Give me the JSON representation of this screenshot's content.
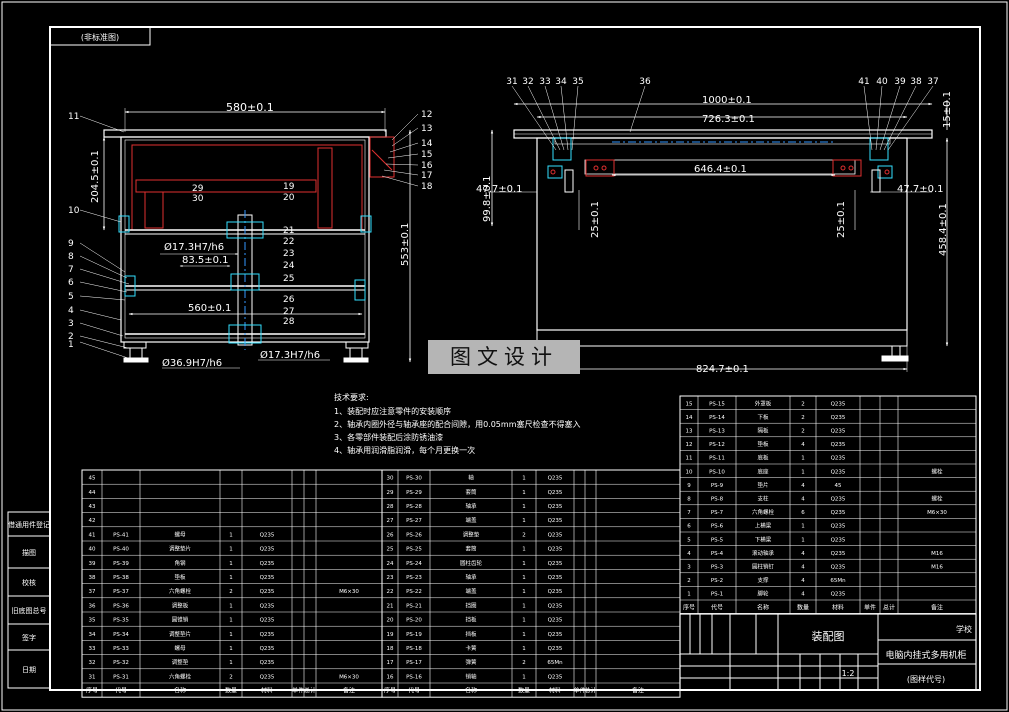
{
  "sheet": {
    "stamp_label": "(非标准图)",
    "side_titles": [
      "借通用件登记",
      "描图",
      "校核",
      "旧底图总号",
      "签字",
      "日期"
    ],
    "watermark": "图文设计"
  },
  "front_view": {
    "dim_width": "580±0.1",
    "dim_height_total": "553±0.1",
    "dim_upper": "204.5±0.1",
    "dim_shaft1": "Ø17.3H7/h6",
    "dim_gap": "83.5±0.1",
    "dim_inner": "560±0.1",
    "dim_shaft2": "Ø36.9H7/h6",
    "dim_shaft3": "Ø17.3H7/h6",
    "left_callouts": [
      "11",
      "10",
      "9",
      "8",
      "7",
      "6",
      "5",
      "4",
      "3",
      "2",
      "1"
    ],
    "right_callouts": [
      "12",
      "13",
      "14",
      "15",
      "16",
      "17",
      "18"
    ],
    "center_left_callouts": [
      "29",
      "30"
    ],
    "center_right_callouts": [
      "19",
      "20",
      "21",
      "22",
      "23",
      "24",
      "25",
      "26",
      "27",
      "28"
    ]
  },
  "side_view": {
    "top_callouts_left": [
      "31",
      "32",
      "33",
      "34",
      "35",
      "36"
    ],
    "top_callouts_right": [
      "41",
      "40",
      "39",
      "38",
      "37"
    ],
    "dim_total": "1000±0.1",
    "dim_inner": "726.3±0.1",
    "dim_mid": "646.4±0.1",
    "dim_bottom": "824.7±0.1",
    "dim_right_h": "458.4±0.1",
    "dim_top_h": "15±0.1",
    "dim_left_h": "99.8±0.1",
    "dim_left_off": "47.7±0.1",
    "dim_right_off": "47.7±0.1",
    "dim_bolt_l": "25±0.1",
    "dim_bolt_r": "25±0.1"
  },
  "notes": {
    "heading": "技术要求:",
    "items": [
      "1、装配时应注意零件的安装顺序",
      "2、轴承内圈外径与轴承座的配合间隙，用0.05mm塞尺检查不得塞入",
      "3、各零部件装配后涂防锈油漆",
      "4、轴承用润滑脂润滑，每个月更换一次"
    ]
  },
  "bom_right": {
    "rows": [
      [
        "15",
        "PS-15",
        "外罩板",
        "2",
        "Q235",
        "",
        "",
        ""
      ],
      [
        "14",
        "PS-14",
        "下板",
        "2",
        "Q235",
        "",
        "",
        ""
      ],
      [
        "13",
        "PS-13",
        "隔板",
        "2",
        "Q235",
        "",
        "",
        ""
      ],
      [
        "12",
        "PS-12",
        "垫板",
        "4",
        "Q235",
        "",
        "",
        ""
      ],
      [
        "11",
        "PS-11",
        "底板",
        "1",
        "Q235",
        "",
        "",
        ""
      ],
      [
        "10",
        "PS-10",
        "底座",
        "1",
        "Q235",
        "",
        "",
        "螺栓"
      ],
      [
        "9",
        "PS-9",
        "垫片",
        "4",
        "45",
        "",
        "",
        ""
      ],
      [
        "8",
        "PS-8",
        "支柱",
        "4",
        "Q235",
        "",
        "",
        "螺栓"
      ],
      [
        "7",
        "PS-7",
        "六角螺栓",
        "6",
        "Q235",
        "",
        "",
        "M6×30"
      ],
      [
        "6",
        "PS-6",
        "上横梁",
        "1",
        "Q235",
        "",
        "",
        ""
      ],
      [
        "5",
        "PS-5",
        "下横梁",
        "1",
        "Q235",
        "",
        "",
        ""
      ],
      [
        "4",
        "PS-4",
        "滚动轴承",
        "4",
        "Q235",
        "",
        "",
        "M16"
      ],
      [
        "3",
        "PS-3",
        "圆柱销钉",
        "4",
        "Q235",
        "",
        "",
        "M16"
      ],
      [
        "2",
        "PS-2",
        "支撑",
        "4",
        "65Mn",
        "",
        "",
        ""
      ],
      [
        "1",
        "PS-1",
        "脚轮",
        "4",
        "Q235",
        "",
        "",
        ""
      ]
    ],
    "header": [
      "序号",
      "代号",
      "名称",
      "数量",
      "材料",
      "单件",
      "总计",
      "备注"
    ]
  },
  "bom_left": {
    "rows": [
      [
        "45",
        "",
        "",
        "",
        "",
        "",
        "",
        ""
      ],
      [
        "44",
        "",
        "",
        "",
        "",
        "",
        "",
        ""
      ],
      [
        "43",
        "",
        "",
        "",
        "",
        "",
        "",
        ""
      ],
      [
        "42",
        "",
        "",
        "",
        "",
        "",
        "",
        ""
      ],
      [
        "41",
        "PS-41",
        "螺母",
        "1",
        "Q235",
        "",
        "",
        ""
      ],
      [
        "40",
        "PS-40",
        "调整垫片",
        "1",
        "Q235",
        "",
        "",
        ""
      ],
      [
        "39",
        "PS-39",
        "角钢",
        "1",
        "Q235",
        "",
        "",
        ""
      ],
      [
        "38",
        "PS-38",
        "垫板",
        "1",
        "Q235",
        "",
        "",
        ""
      ],
      [
        "37",
        "PS-37",
        "六角螺栓",
        "2",
        "Q235",
        "",
        "",
        "M6×30"
      ],
      [
        "36",
        "PS-36",
        "调整板",
        "1",
        "Q235",
        "",
        "",
        ""
      ],
      [
        "35",
        "PS-35",
        "圆锥销",
        "1",
        "Q235",
        "",
        "",
        ""
      ],
      [
        "34",
        "PS-34",
        "调整垫片",
        "1",
        "Q235",
        "",
        "",
        ""
      ],
      [
        "33",
        "PS-33",
        "螺母",
        "1",
        "Q235",
        "",
        "",
        ""
      ],
      [
        "32",
        "PS-32",
        "调整垫",
        "1",
        "Q235",
        "",
        "",
        ""
      ],
      [
        "31",
        "PS-31",
        "六角螺栓",
        "2",
        "Q235",
        "",
        "",
        "M6×30"
      ]
    ],
    "header": [
      "序号",
      "代号",
      "名称",
      "数量",
      "材料",
      "单件",
      "总计",
      "备注"
    ]
  },
  "bom_mid": {
    "rows": [
      [
        "30",
        "PS-30",
        "轴",
        "1",
        "Q235"
      ],
      [
        "29",
        "PS-29",
        "套筒",
        "1",
        "Q235"
      ],
      [
        "28",
        "PS-28",
        "轴承",
        "1",
        "Q235"
      ],
      [
        "27",
        "PS-27",
        "端盖",
        "1",
        "Q235"
      ],
      [
        "26",
        "PS-26",
        "调整垫",
        "2",
        "Q235"
      ],
      [
        "25",
        "PS-25",
        "套筒",
        "1",
        "Q235"
      ],
      [
        "24",
        "PS-24",
        "圆柱齿轮",
        "1",
        "Q235"
      ],
      [
        "23",
        "PS-23",
        "轴承",
        "1",
        "Q235"
      ],
      [
        "22",
        "PS-22",
        "端盖",
        "1",
        "Q235"
      ],
      [
        "21",
        "PS-21",
        "挡圈",
        "1",
        "Q235"
      ],
      [
        "20",
        "PS-20",
        "挡板",
        "1",
        "Q235"
      ],
      [
        "19",
        "PS-19",
        "挡板",
        "1",
        "Q235"
      ],
      [
        "18",
        "PS-18",
        "卡簧",
        "1",
        "Q235"
      ],
      [
        "17",
        "PS-17",
        "弹簧",
        "2",
        "65Mn"
      ],
      [
        "16",
        "PS-16",
        "销轴",
        "1",
        "Q235"
      ]
    ]
  },
  "title_block": {
    "drawing_name": "装配图",
    "title": "电脑内挂式多用机柜",
    "unit": "学校",
    "drawing_no": "(图样代号)",
    "scale": "1:2"
  }
}
